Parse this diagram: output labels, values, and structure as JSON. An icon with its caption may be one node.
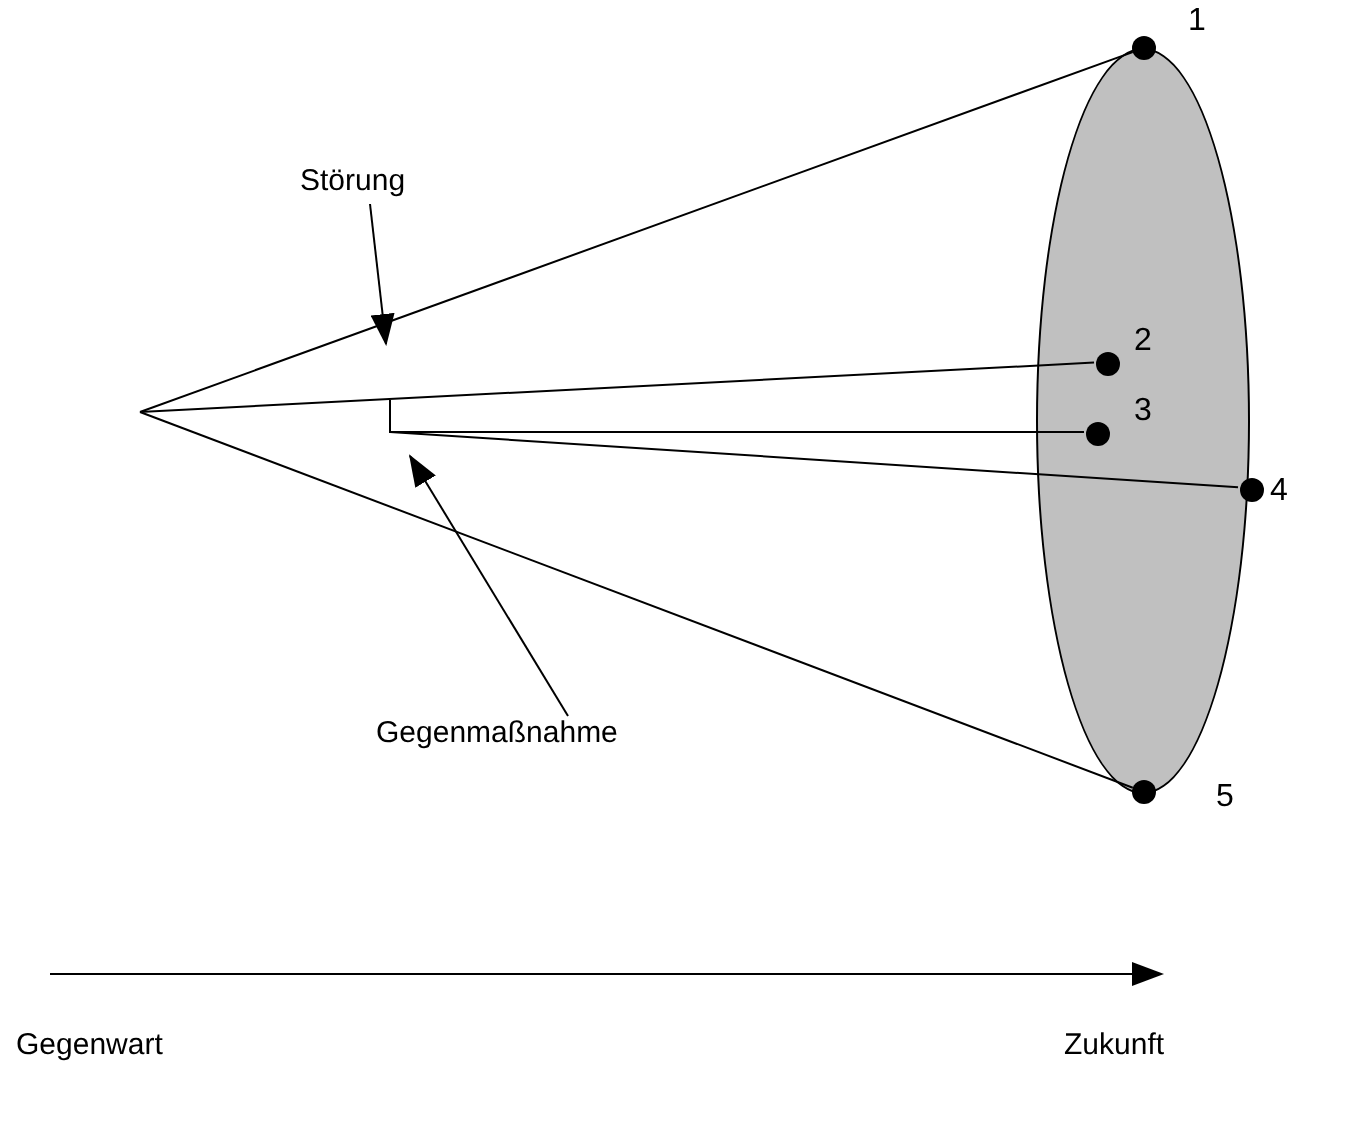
{
  "diagram": {
    "nodes": [
      {
        "text": [],
        "shape": "ellipse"
      },
      {
        "text": [],
        "shape": "circle",
        "beside": [
          "1"
        ]
      },
      {
        "text": [],
        "shape": "circle",
        "beside": [
          "2"
        ],
        "in": 0
      },
      {
        "text": [],
        "shape": "circle",
        "beside": [
          "3"
        ],
        "in": 0
      },
      {
        "text": [],
        "shape": "circle",
        "beside": [
          "4"
        ],
        "in": 0
      },
      {
        "text": [],
        "shape": "circle",
        "beside": [
          "5"
        ]
      },
      {
        "text": [
          "Störung"
        ]
      },
      {
        "text": [
          "Gegenmaßnahme"
        ]
      }
    ],
    "edges": [
      {
        "from": null,
        "to": 1,
        "arrow": "none"
      },
      {
        "from": null,
        "to": 2,
        "arrow": "none"
      },
      {
        "from": null,
        "to": 3,
        "arrow": "none"
      },
      {
        "from": null,
        "to": 4,
        "arrow": "none"
      },
      {
        "from": null,
        "to": 5,
        "arrow": "none"
      },
      {
        "from": 6,
        "to": null,
        "arrow": "to"
      },
      {
        "from": 7,
        "to": null,
        "arrow": "to"
      }
    ],
    "labels": [
      "Gegenwart",
      "Zukunft"
    ]
  }
}
